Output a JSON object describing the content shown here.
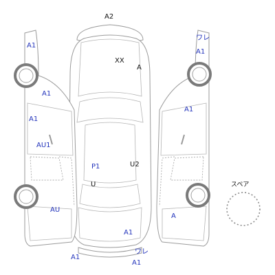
{
  "sheet": {
    "spare_label": "スペア",
    "marks": [
      {
        "id": "front-bumper",
        "text": "A2",
        "color": "#111111"
      },
      {
        "id": "hood-1",
        "text": "XX",
        "color": "#111111"
      },
      {
        "id": "hood-2",
        "text": "A",
        "color": "#111111"
      },
      {
        "id": "left-front-fender",
        "text": "A1",
        "color": "#2233bb"
      },
      {
        "id": "right-front-fender-1",
        "text": "ワレ",
        "color": "#2233bb"
      },
      {
        "id": "right-front-fender-2",
        "text": "A1",
        "color": "#2233bb"
      },
      {
        "id": "left-a-pillar",
        "text": "A1",
        "color": "#2233bb"
      },
      {
        "id": "left-front-door",
        "text": "A1",
        "color": "#2233bb"
      },
      {
        "id": "right-front-door",
        "text": "A1",
        "color": "#2233bb"
      },
      {
        "id": "left-rocker",
        "text": "AU1",
        "color": "#2233bb"
      },
      {
        "id": "roof-1",
        "text": "P1",
        "color": "#2233bb"
      },
      {
        "id": "roof-2",
        "text": "U2",
        "color": "#111111"
      },
      {
        "id": "roof-3",
        "text": "U",
        "color": "#111111"
      },
      {
        "id": "left-rear-quarter",
        "text": "AU",
        "color": "#2233bb"
      },
      {
        "id": "right-rear-quarter",
        "text": "A",
        "color": "#2233bb"
      },
      {
        "id": "trunk",
        "text": "A1",
        "color": "#2233bb"
      },
      {
        "id": "rear-bumper-1",
        "text": "ワレ",
        "color": "#2233bb"
      },
      {
        "id": "rear-bumper-2",
        "text": "A1",
        "color": "#2233bb"
      },
      {
        "id": "left-rear-corner",
        "text": "A1",
        "color": "#2233bb"
      }
    ]
  }
}
